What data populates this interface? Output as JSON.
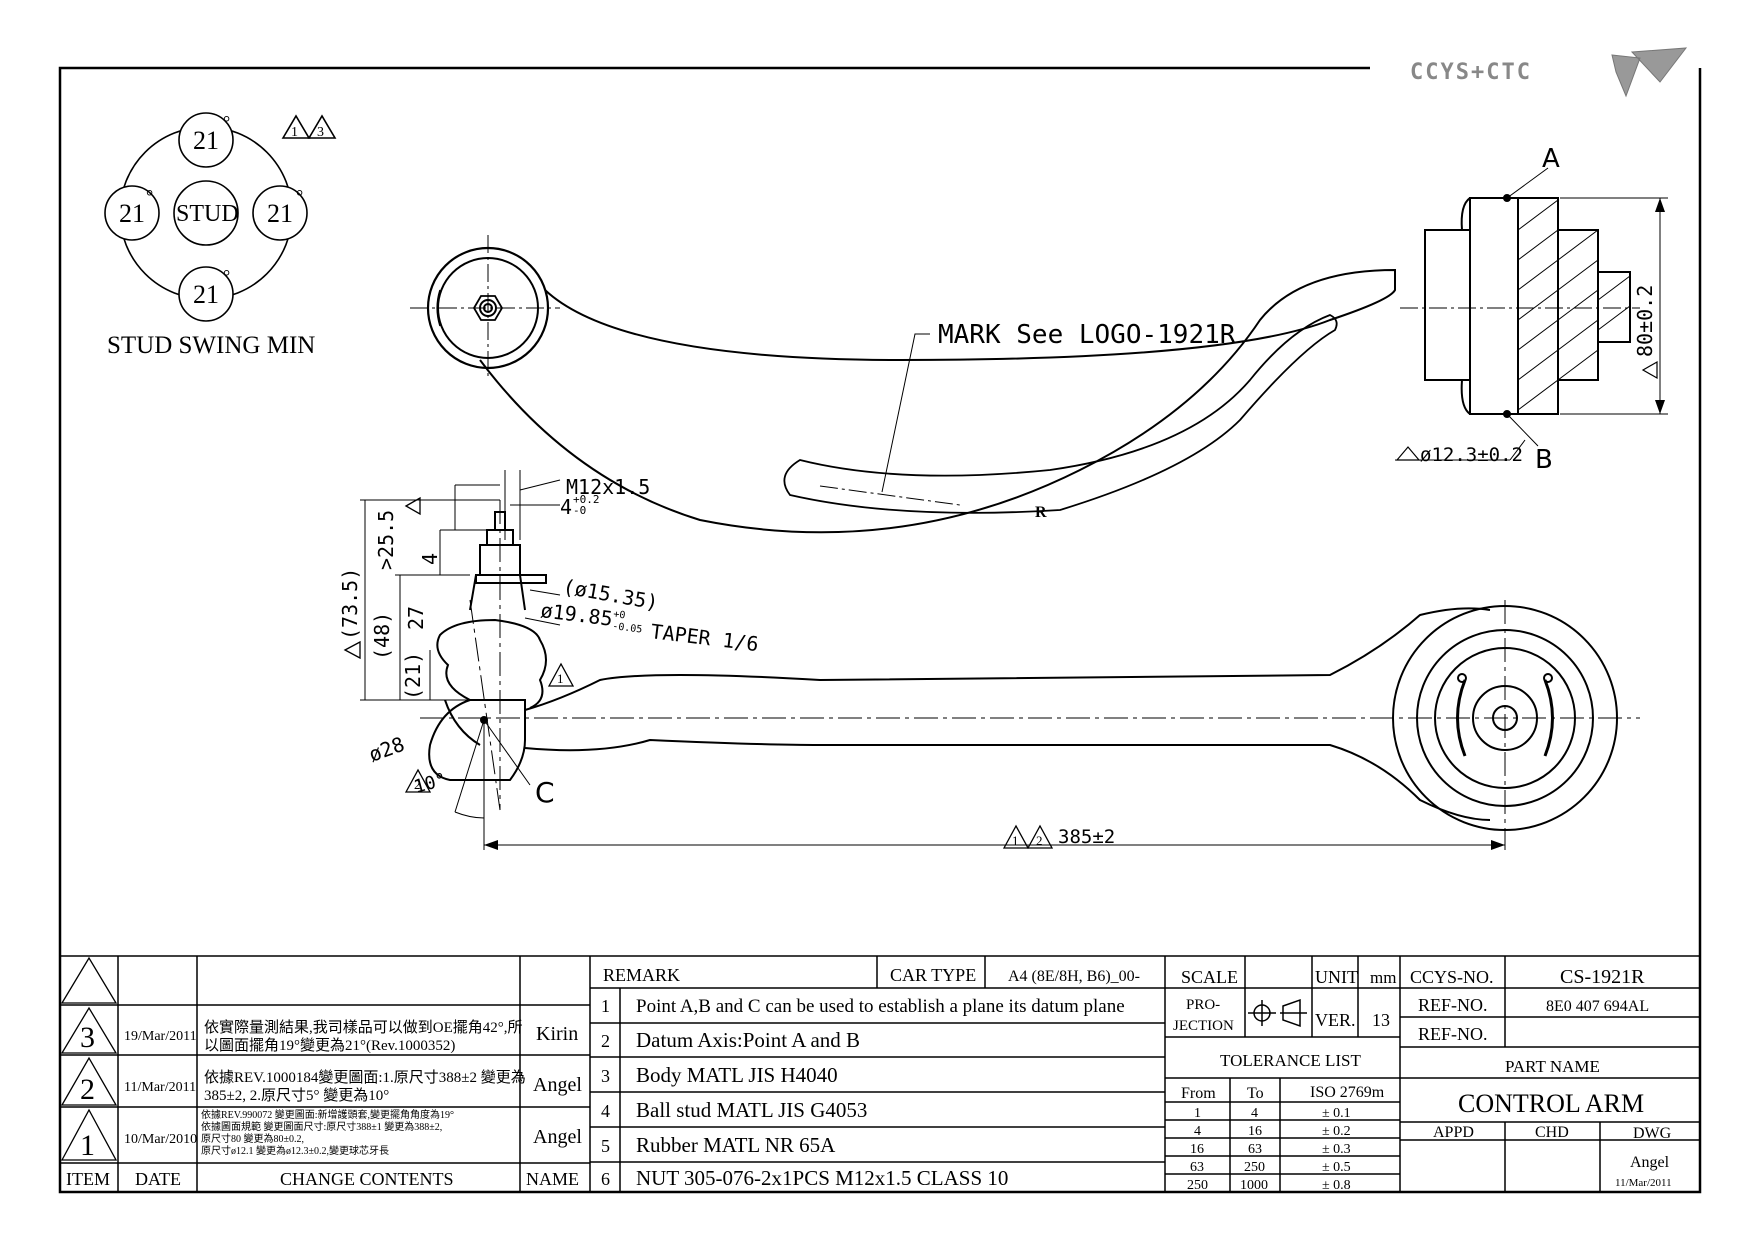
{
  "logo": {
    "text": "CCYS+CTC"
  },
  "stud_swing": {
    "title": "STUD SWING MIN",
    "center": "STUD",
    "angles": [
      "21",
      "21",
      "21",
      "21"
    ],
    "degree_mark": "°",
    "rev_markers": [
      "1",
      "3"
    ]
  },
  "drawing_labels": {
    "mark_note": "MARK See LOGO-1921R",
    "r_mark": "R",
    "point_a": "A",
    "point_b": "B",
    "point_c": "C",
    "dim_80": "80±0.2",
    "dim_bore": "ø12.3±0.2",
    "thread": "M12x1.5",
    "dim_4_tol": "4",
    "tol_4_up": "+0.2",
    "tol_4_low": "-0",
    "dim_25_5": ">25.5",
    "dim_4": "4",
    "dim_27": "27",
    "dim_73_5": "(73.5)",
    "dim_48": "(48)",
    "dim_21": "(21)",
    "dim_15_35": "(ø15.35)",
    "dim_19_85": "ø19.85",
    "tol_19_up": "+0",
    "tol_19_low": "-0.05",
    "taper": "TAPER 1/6",
    "dim_28": "ø28",
    "angle_10": "10°",
    "dim_385": "385±2",
    "tri_1": "1",
    "tri_2": "2",
    "tri_3": "3"
  },
  "revisions": {
    "headers": {
      "item": "ITEM",
      "date": "DATE",
      "contents": "CHANGE CONTENTS",
      "name": "NAME"
    },
    "rows": [
      {
        "item": "3",
        "date": "19/Mar/2011",
        "contents_lines": [
          "依實際量測結果,我司樣品可以做到OE擺角42°,所",
          "以圖面擺角19°變更為21°(Rev.1000352)"
        ],
        "name": "Kirin"
      },
      {
        "item": "2",
        "date": "11/Mar/2011",
        "contents_lines": [
          "依據REV.1000184變更圖面:1.原尺寸388±2 變更為",
          "385±2, 2.原尺寸5° 變更為10°"
        ],
        "name": "Angel"
      },
      {
        "item": "1",
        "date": "10/Mar/2010",
        "contents_lines": [
          "依據REV.990072 變更圖面:新增護頭套,變更擺角角度為19°",
          "依據圖面規範 變更圖面尺寸:原尺寸388±1 變更為388±2,",
          "原尺寸80 變更為80±0.2,",
          "原尺寸ø12.1 變更為ø12.3±0.2,變更球芯牙長"
        ],
        "name": "Angel"
      }
    ]
  },
  "remark": {
    "title": "REMARK",
    "car_type_label": "CAR TYPE",
    "car_type": "A4 (8E/8H, B6)_00-",
    "items": [
      {
        "no": "1",
        "text": "Point A,B and C can be used to establish a plane its datum plane"
      },
      {
        "no": "2",
        "text": "Datum Axis:Point A and B"
      },
      {
        "no": "3",
        "text": "Body MATL JIS H4040"
      },
      {
        "no": "4",
        "text": "Ball stud MATL JIS G4053"
      },
      {
        "no": "5",
        "text": "Rubber MATL NR 65A"
      },
      {
        "no": "6",
        "text": "NUT 305-076-2x1PCS M12x1.5 CLASS 10"
      }
    ]
  },
  "spec": {
    "scale_label": "SCALE",
    "unit_label": "UNIT",
    "unit": "mm",
    "projection_label_1": "PRO-",
    "projection_label_2": "JECTION",
    "ver_label": "VER.",
    "ver": "13",
    "tolerance_title": "TOLERANCE LIST",
    "tol_headers": {
      "from": "From",
      "to": "To",
      "iso": "ISO 2769m"
    },
    "tolerances": [
      {
        "from": "1",
        "to": "4",
        "tol": "± 0.1"
      },
      {
        "from": "4",
        "to": "16",
        "tol": "± 0.2"
      },
      {
        "from": "16",
        "to": "63",
        "tol": "± 0.3"
      },
      {
        "from": "63",
        "to": "250",
        "tol": "± 0.5"
      },
      {
        "from": "250",
        "to": "1000",
        "tol": "± 0.8"
      }
    ]
  },
  "title_block": {
    "ccys_no_label": "CCYS-NO.",
    "ccys_no": "CS-1921R",
    "ref_no_label": "REF-NO.",
    "ref_no": "8E0 407 694AL",
    "ref_no_2_label": "REF-NO.",
    "ref_no_2": "",
    "part_name_label": "PART NAME",
    "part_name": "CONTROL ARM",
    "appd": "APPD",
    "chd": "CHD",
    "dwg": "DWG",
    "drawn_by": "Angel",
    "drawn_date": "11/Mar/2011"
  }
}
